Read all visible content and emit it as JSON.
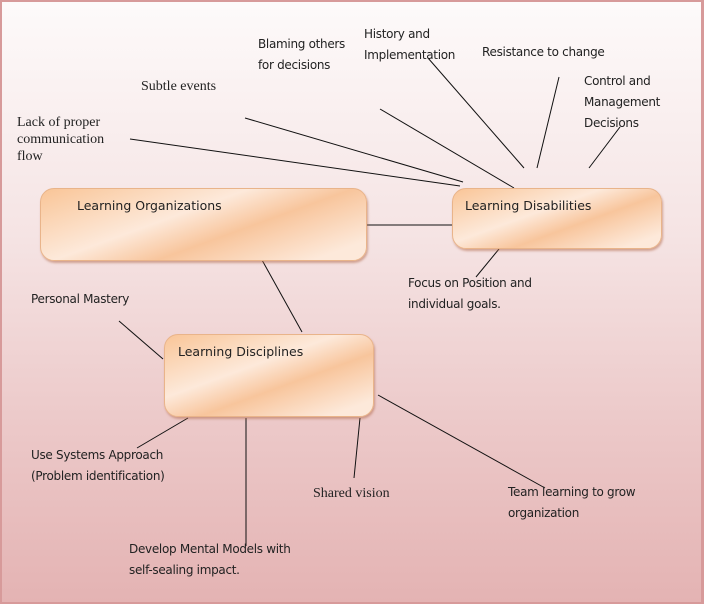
{
  "diagram": {
    "nodes": {
      "learning_organizations": "Learning Organizations",
      "learning_disabilities": "Learning Disabilities",
      "learning_disciplines": "Learning Disciplines"
    },
    "disabilities": {
      "lack_of_communication": [
        "Lack of proper",
        "communication",
        "flow"
      ],
      "subtle_events": "Subtle  events",
      "blaming_others": [
        "Blaming others",
        "for decisions"
      ],
      "history": [
        "History and",
        "Implementation"
      ],
      "resistance": "Resistance to change",
      "control": [
        "Control and",
        "Management",
        "Decisions"
      ],
      "focus": [
        "Focus on Position and",
        "individual goals."
      ]
    },
    "disciplines": {
      "personal_mastery": "Personal Mastery",
      "systems_approach": [
        "Use Systems Approach",
        "(Problem identification)"
      ],
      "mental_models": [
        "Develop Mental Models with",
        "self-sealing impact."
      ],
      "shared_vision": "Shared vision",
      "team_learning": [
        "Team learning to grow",
        "organization"
      ]
    }
  }
}
